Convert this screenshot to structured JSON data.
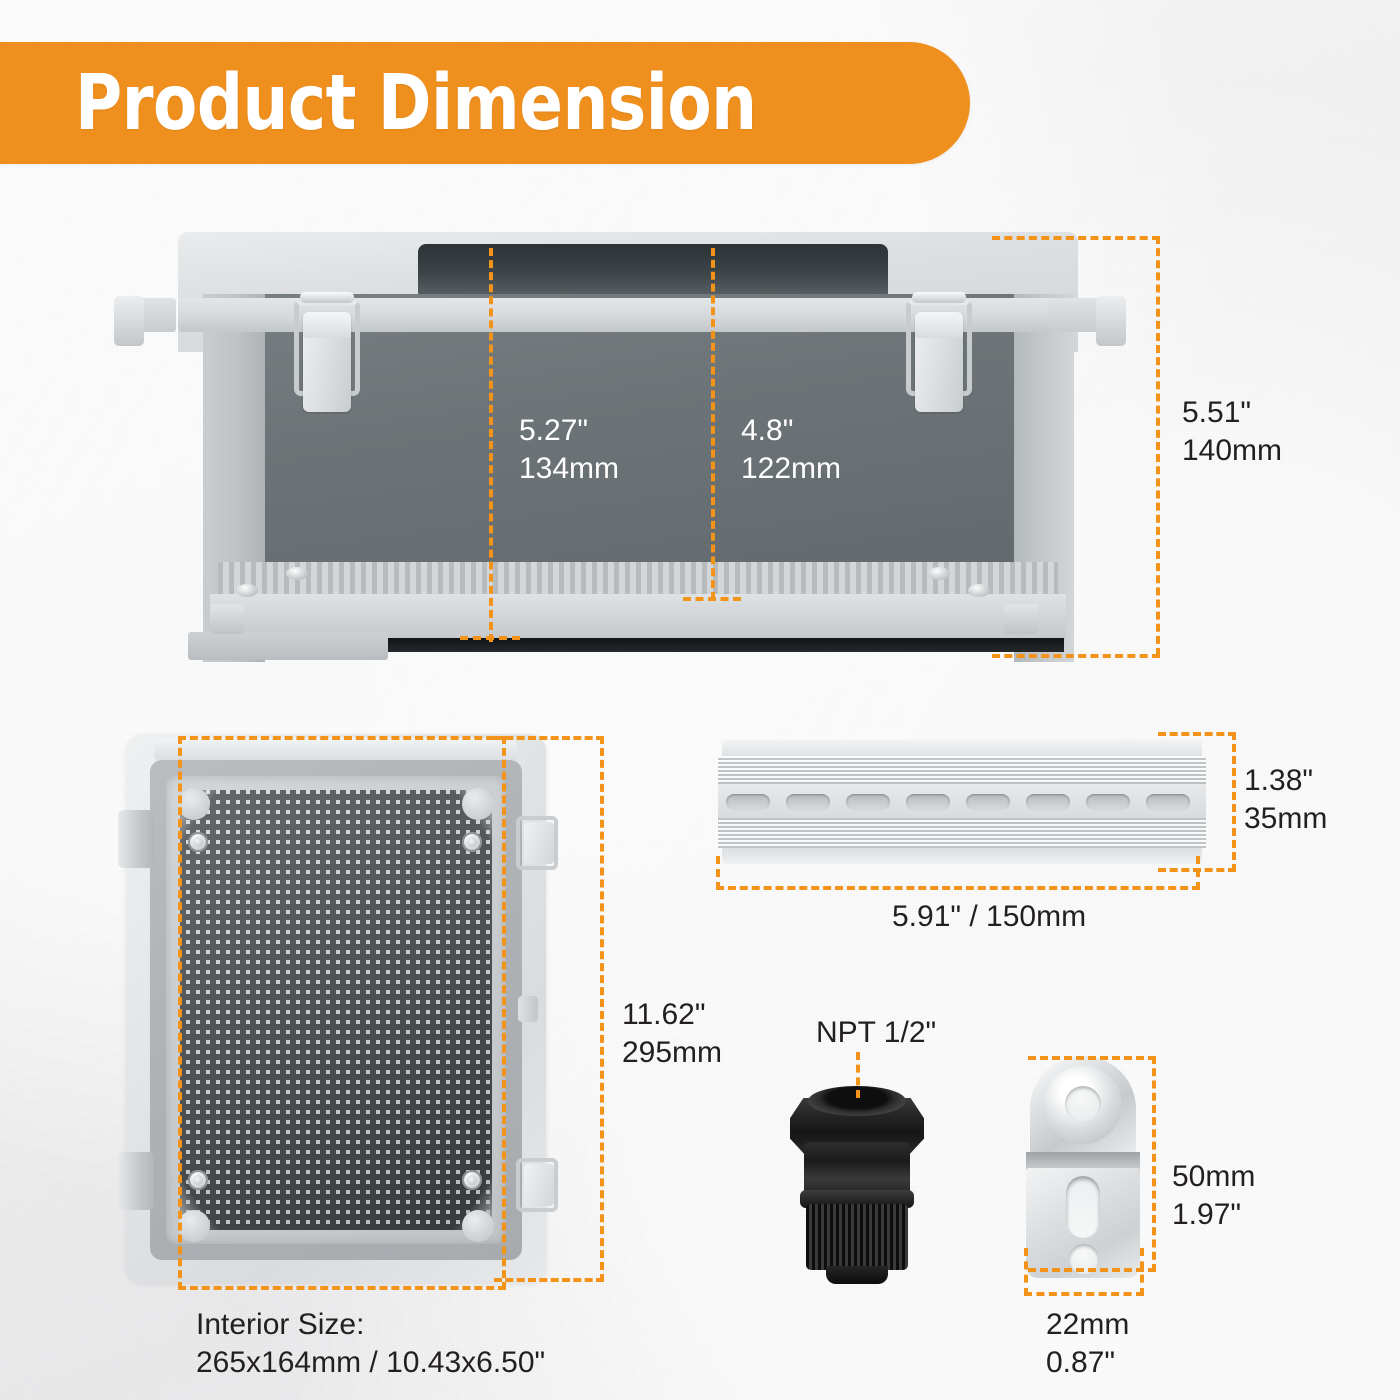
{
  "banner": {
    "title": "Product Dimension"
  },
  "main_enclosure": {
    "name": "open-enclosure-top",
    "depth_inner": {
      "inch": "5.27\"",
      "mm": "134mm"
    },
    "depth_inner2": {
      "inch": "4.8\"",
      "mm": "122mm"
    },
    "height_outer": {
      "inch": "5.51\"",
      "mm": "140mm"
    }
  },
  "front_enclosure": {
    "name": "enclosure-front-view",
    "height": {
      "inch": "11.62\"",
      "mm": "295mm"
    },
    "interior_label": "Interior Size:",
    "interior_value": "265x164mm / 10.43x6.50\""
  },
  "din_rail": {
    "name": "din-rail",
    "height": {
      "inch": "1.38\"",
      "mm": "35mm"
    },
    "length": "5.91\" / 150mm",
    "slot_count": 8
  },
  "cable_gland": {
    "name": "cable-gland",
    "thread_label": "NPT 1/2\""
  },
  "bracket": {
    "name": "mounting-bracket",
    "height_mm": "50mm",
    "height_in": "1.97\"",
    "width_mm": "22mm",
    "width_in": "0.87\""
  },
  "colors": {
    "accent_orange": "#ef8f1e",
    "guide_orange": "#f39319",
    "text_dark": "#231f20",
    "text_light": "#ffffff",
    "background": "#f4f4f4"
  }
}
